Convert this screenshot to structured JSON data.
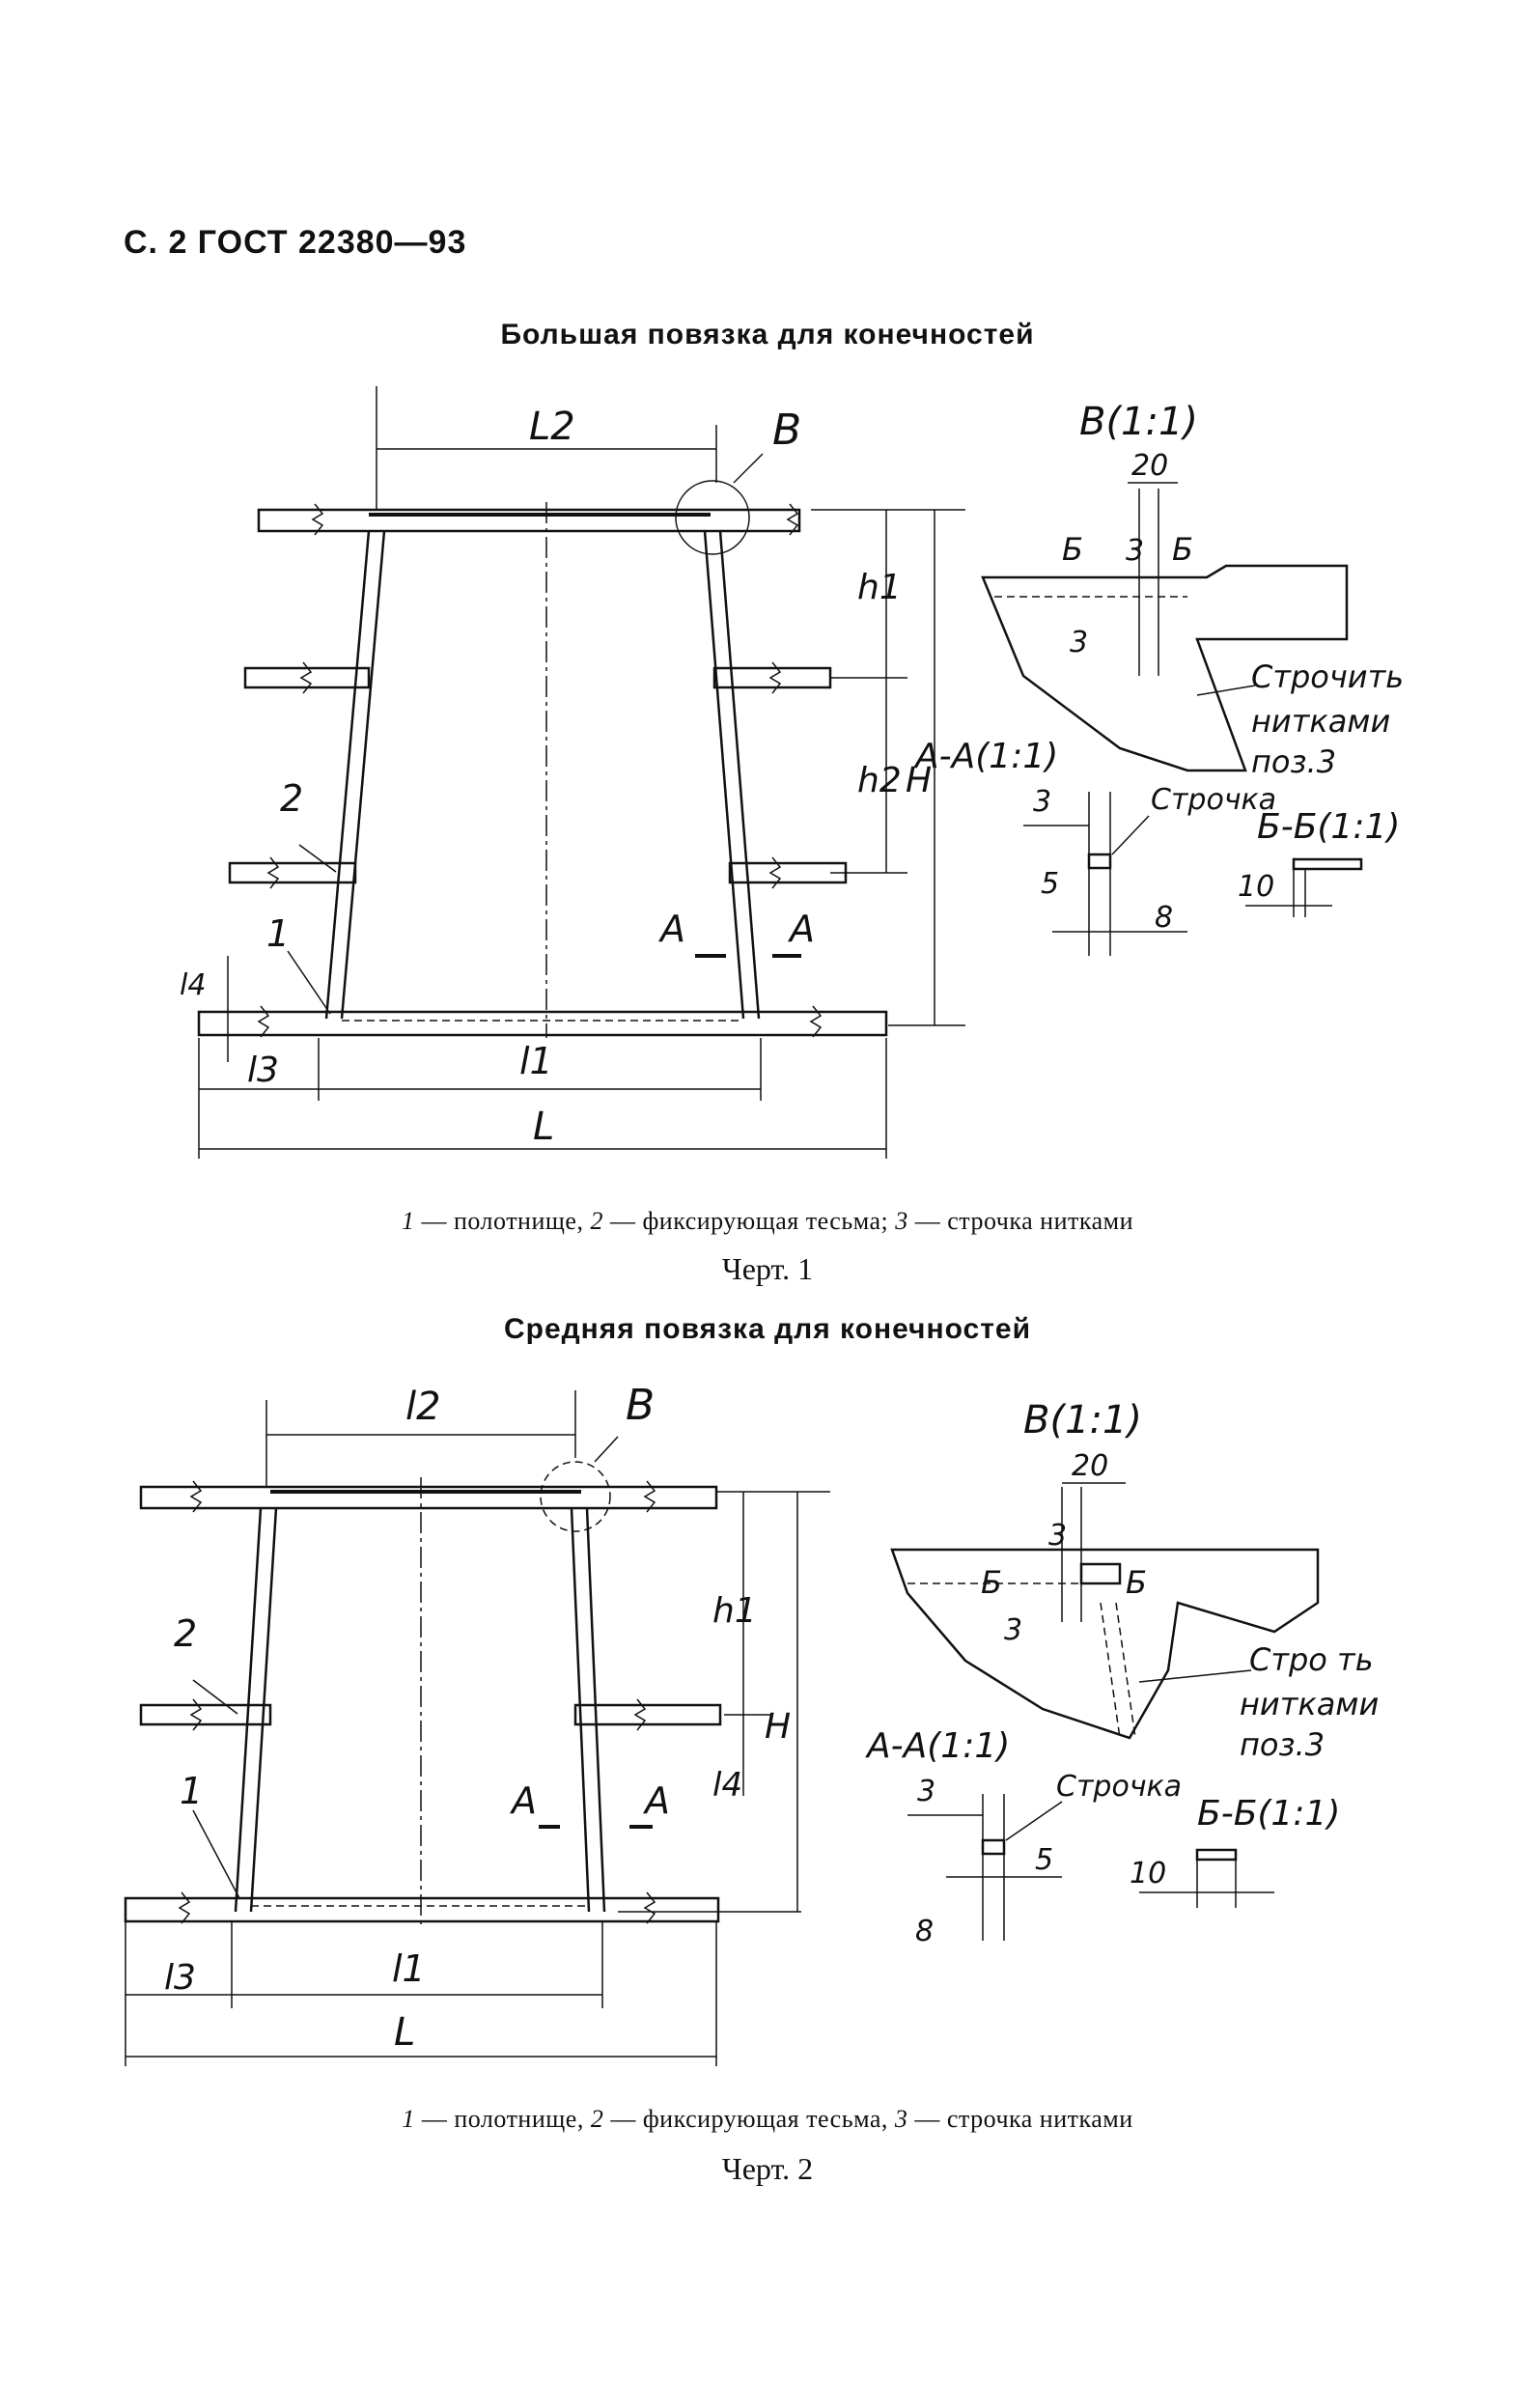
{
  "header": "С. 2 ГОСТ 22380—93",
  "figure1": {
    "title": "Большая повязка для конечностей",
    "legend": {
      "n1": "1",
      "t1": " — полотнище, ",
      "n2": "2",
      "t2": " — фиксирующая тесьма; ",
      "n3": "3",
      "t3": " — строчка нитками"
    },
    "caption": "Черт. 1",
    "labels": {
      "L2": "L2",
      "B": "B",
      "h1": "h1",
      "h2": "h2",
      "H": "H",
      "pos2": "2",
      "pos1": "1",
      "A_left": "A",
      "A_right": "A",
      "l4": "l4",
      "l3": "l3",
      "l1": "l1",
      "L": "L"
    },
    "detail_B": {
      "title": "B(1:1)",
      "dim20": "20",
      "dim3_top": "3",
      "dim3_side": "3",
      "B_left": "Б",
      "B_right": "Б",
      "note_1": "Строчить",
      "note_2": "нитками",
      "note_3": "поз.3"
    },
    "section_AA": {
      "title": "A-A(1:1)",
      "dim3": "3",
      "dim5": "5",
      "dim8": "8",
      "note": "Строчка"
    },
    "section_BB": {
      "title": "Б-Б(1:1)",
      "dim10": "10"
    }
  },
  "figure2": {
    "title": "Средняя повязка для конечностей",
    "legend": {
      "n1": "1",
      "t1": " — полотнище, ",
      "n2": "2",
      "t2": " — фиксирующая тесьма, ",
      "n3": "3",
      "t3": " — строчка нитками"
    },
    "caption": "Черт. 2",
    "labels": {
      "L2": "l2",
      "B": "B",
      "h1": "h1",
      "l4": "l4",
      "H": "H",
      "pos2": "2",
      "pos1": "1",
      "A_left": "A",
      "A_right": "A",
      "l3": "l3",
      "l1": "l1",
      "L": "L"
    },
    "detail_B": {
      "title": "B(1:1)",
      "dim20": "20",
      "dim3_top": "3",
      "dim3_side": "3",
      "B_left": "Б",
      "B_right": "Б",
      "note_1": "Стро  ть",
      "note_2": "нитками",
      "note_3": "поз.3"
    },
    "section_AA": {
      "title": "A-A(1:1)",
      "dim3": "3",
      "dim5": "5",
      "dim8": "8",
      "note": "Строчка"
    },
    "section_BB": {
      "title": "Б-Б(1:1)",
      "dim10": "10"
    }
  }
}
